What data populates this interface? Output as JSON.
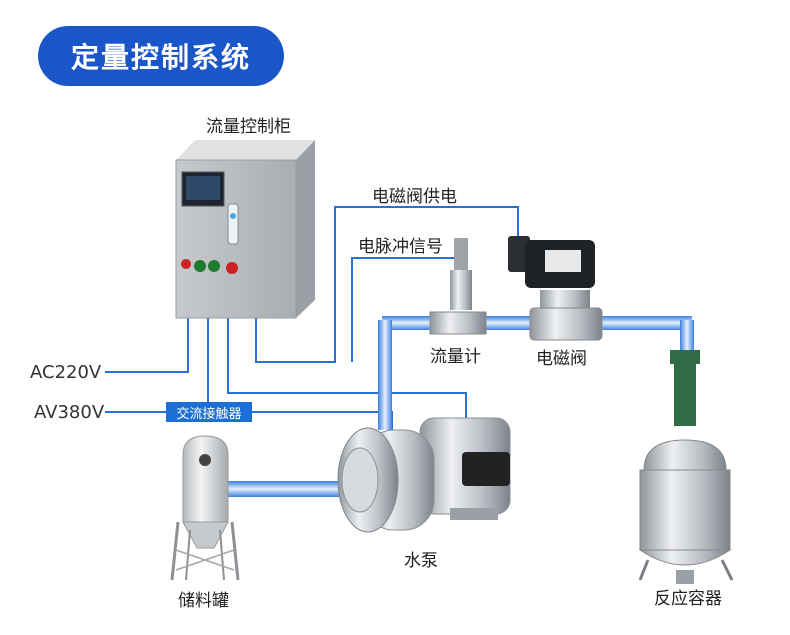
{
  "header": {
    "title": "定量控制系统"
  },
  "labels": {
    "cabinet": "流量控制柜",
    "valve_power": "电磁阀供电",
    "pulse_signal": "电脉冲信号",
    "flowmeter": "流量计",
    "solenoid_valve": "电磁阀",
    "ac220": "AC220V",
    "av380": "AV380V",
    "contactor": "交流接触器",
    "pump": "水泵",
    "tank": "储料罐",
    "reactor": "反应容器"
  },
  "colors": {
    "title_bg": "#1a56c8",
    "wire": "#2a6fd6",
    "pipe_light": "#cfe2fb",
    "pipe_dark": "#3b7fe0",
    "steel": "#c9ccd0"
  }
}
